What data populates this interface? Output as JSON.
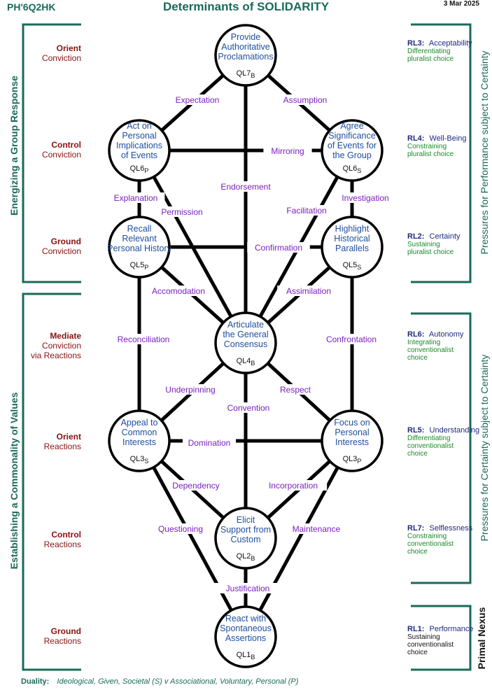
{
  "header": {
    "code": "PH'6Q2HK",
    "title": "Determinants of SOLIDARITY",
    "date": "3 Mar 2025"
  },
  "left_levels": [
    {
      "bold": "Orient",
      "sub": [
        "Conviction"
      ]
    },
    {
      "bold": "Control",
      "sub": [
        "Conviction"
      ]
    },
    {
      "bold": "Ground",
      "sub": [
        "Conviction"
      ]
    },
    {
      "bold": "Mediate",
      "sub": [
        "Conviction",
        "via Reactions"
      ]
    },
    {
      "bold": "Orient",
      "sub": [
        "Reactions"
      ]
    },
    {
      "bold": "Control",
      "sub": [
        "Reactions"
      ]
    },
    {
      "bold": "Ground",
      "sub": [
        "Reactions"
      ]
    }
  ],
  "left_brackets": {
    "top_label": "Energizing  a  Group  Response",
    "bottom_label": "Establishing  a  Commonality  of  Values"
  },
  "right_brackets": {
    "top_label": "Pressures for Performance subject to Certainty",
    "middle_label": "Pressures for Certainty subject to Certainty",
    "bottom_label": "Primal Nexus"
  },
  "right_levels": [
    {
      "code": "RL3:",
      "name": "Acceptability",
      "desc": [
        "Differentiating",
        "pluralist choice"
      ],
      "black": false
    },
    {
      "code": "RL4:",
      "name": "Well-Being",
      "desc": [
        "Constraining",
        "pluralist choice"
      ],
      "black": false
    },
    {
      "code": "RL2:",
      "name": "Certainty",
      "desc": [
        "Sustaining",
        "pluralist choice"
      ],
      "black": false
    },
    {
      "code": "RL6:",
      "name": "Autonomy",
      "desc": [
        "Integrating",
        "conventionalist",
        "choice"
      ],
      "black": false
    },
    {
      "code": "RL5:",
      "name": "Understanding",
      "desc": [
        "Differentiating",
        "conventionalist",
        "choice"
      ],
      "black": false
    },
    {
      "code": "RL7:",
      "name": "Selflessness",
      "desc": [
        "Constraining",
        "conventionalist",
        "choice"
      ],
      "black": false
    },
    {
      "code": "RL1:",
      "name": "Performance",
      "desc": [
        "Sustaining",
        "conventionalist",
        "choice"
      ],
      "black": true
    }
  ],
  "nodes": [
    {
      "id": "QL7",
      "lines": [
        "Provide",
        "Authoritative",
        "Proclamations"
      ],
      "ql": "QL7",
      "sub": "B"
    },
    {
      "id": "QL6P",
      "lines": [
        "Act on",
        "Personal",
        "Implications",
        "of Events"
      ],
      "ql": "QL6",
      "sub": "P"
    },
    {
      "id": "QL6S",
      "lines": [
        "Agree",
        "Significance",
        "of Events for",
        "the Group"
      ],
      "ql": "QL6",
      "sub": "S"
    },
    {
      "id": "QL5P",
      "lines": [
        "Recall",
        "Relevant",
        "Personal History"
      ],
      "ql": "QL5",
      "sub": "P"
    },
    {
      "id": "QL5S",
      "lines": [
        "Highlight",
        "Historical",
        "Parallels"
      ],
      "ql": "QL5",
      "sub": "S"
    },
    {
      "id": "QL4",
      "lines": [
        "Articulate",
        "the General",
        "Consensus"
      ],
      "ql": "QL4",
      "sub": "B"
    },
    {
      "id": "QL3S",
      "lines": [
        "Appeal to",
        "Common",
        "Interests"
      ],
      "ql": "QL3",
      "sub": "S"
    },
    {
      "id": "QL3P",
      "lines": [
        "Focus on",
        "Personal",
        "Interests"
      ],
      "ql": "QL3",
      "sub": "P"
    },
    {
      "id": "QL2",
      "lines": [
        "Elicit",
        "Support from",
        "Custom"
      ],
      "ql": "QL2",
      "sub": "B"
    },
    {
      "id": "QL1",
      "lines": [
        "React with",
        "Spontaneous",
        "Assertions"
      ],
      "ql": "QL1",
      "sub": "B"
    }
  ],
  "edges": [
    {
      "label": "Expectation"
    },
    {
      "label": "Assumption"
    },
    {
      "label": "Mirroring"
    },
    {
      "label": "Endorsement"
    },
    {
      "label": "Explanation"
    },
    {
      "label": "Investigation"
    },
    {
      "label": "Permission"
    },
    {
      "label": "Facilitation"
    },
    {
      "label": "Confirmation"
    },
    {
      "label": "Accomodation"
    },
    {
      "label": "Assimilation"
    },
    {
      "label": "Reconciliation"
    },
    {
      "label": "Confrontation"
    },
    {
      "label": "Underpinning"
    },
    {
      "label": "Respect"
    },
    {
      "label": "Convention"
    },
    {
      "label": "Domination"
    },
    {
      "label": "Dependency"
    },
    {
      "label": "Incorporation"
    },
    {
      "label": "Questioning"
    },
    {
      "label": "Maintenance"
    },
    {
      "label": "Justification"
    }
  ],
  "footer": {
    "label": "Duality:",
    "text": "Ideological, Given, Societal (S)  v  Associational, Voluntary, Personal (P)"
  },
  "colors": {
    "node_text": "#1f4fa0",
    "edge_label": "#7a1fbf",
    "level_text": "#8b1010",
    "bracket": "#1a6a5a",
    "rl_desc": "#1a8a2a"
  }
}
